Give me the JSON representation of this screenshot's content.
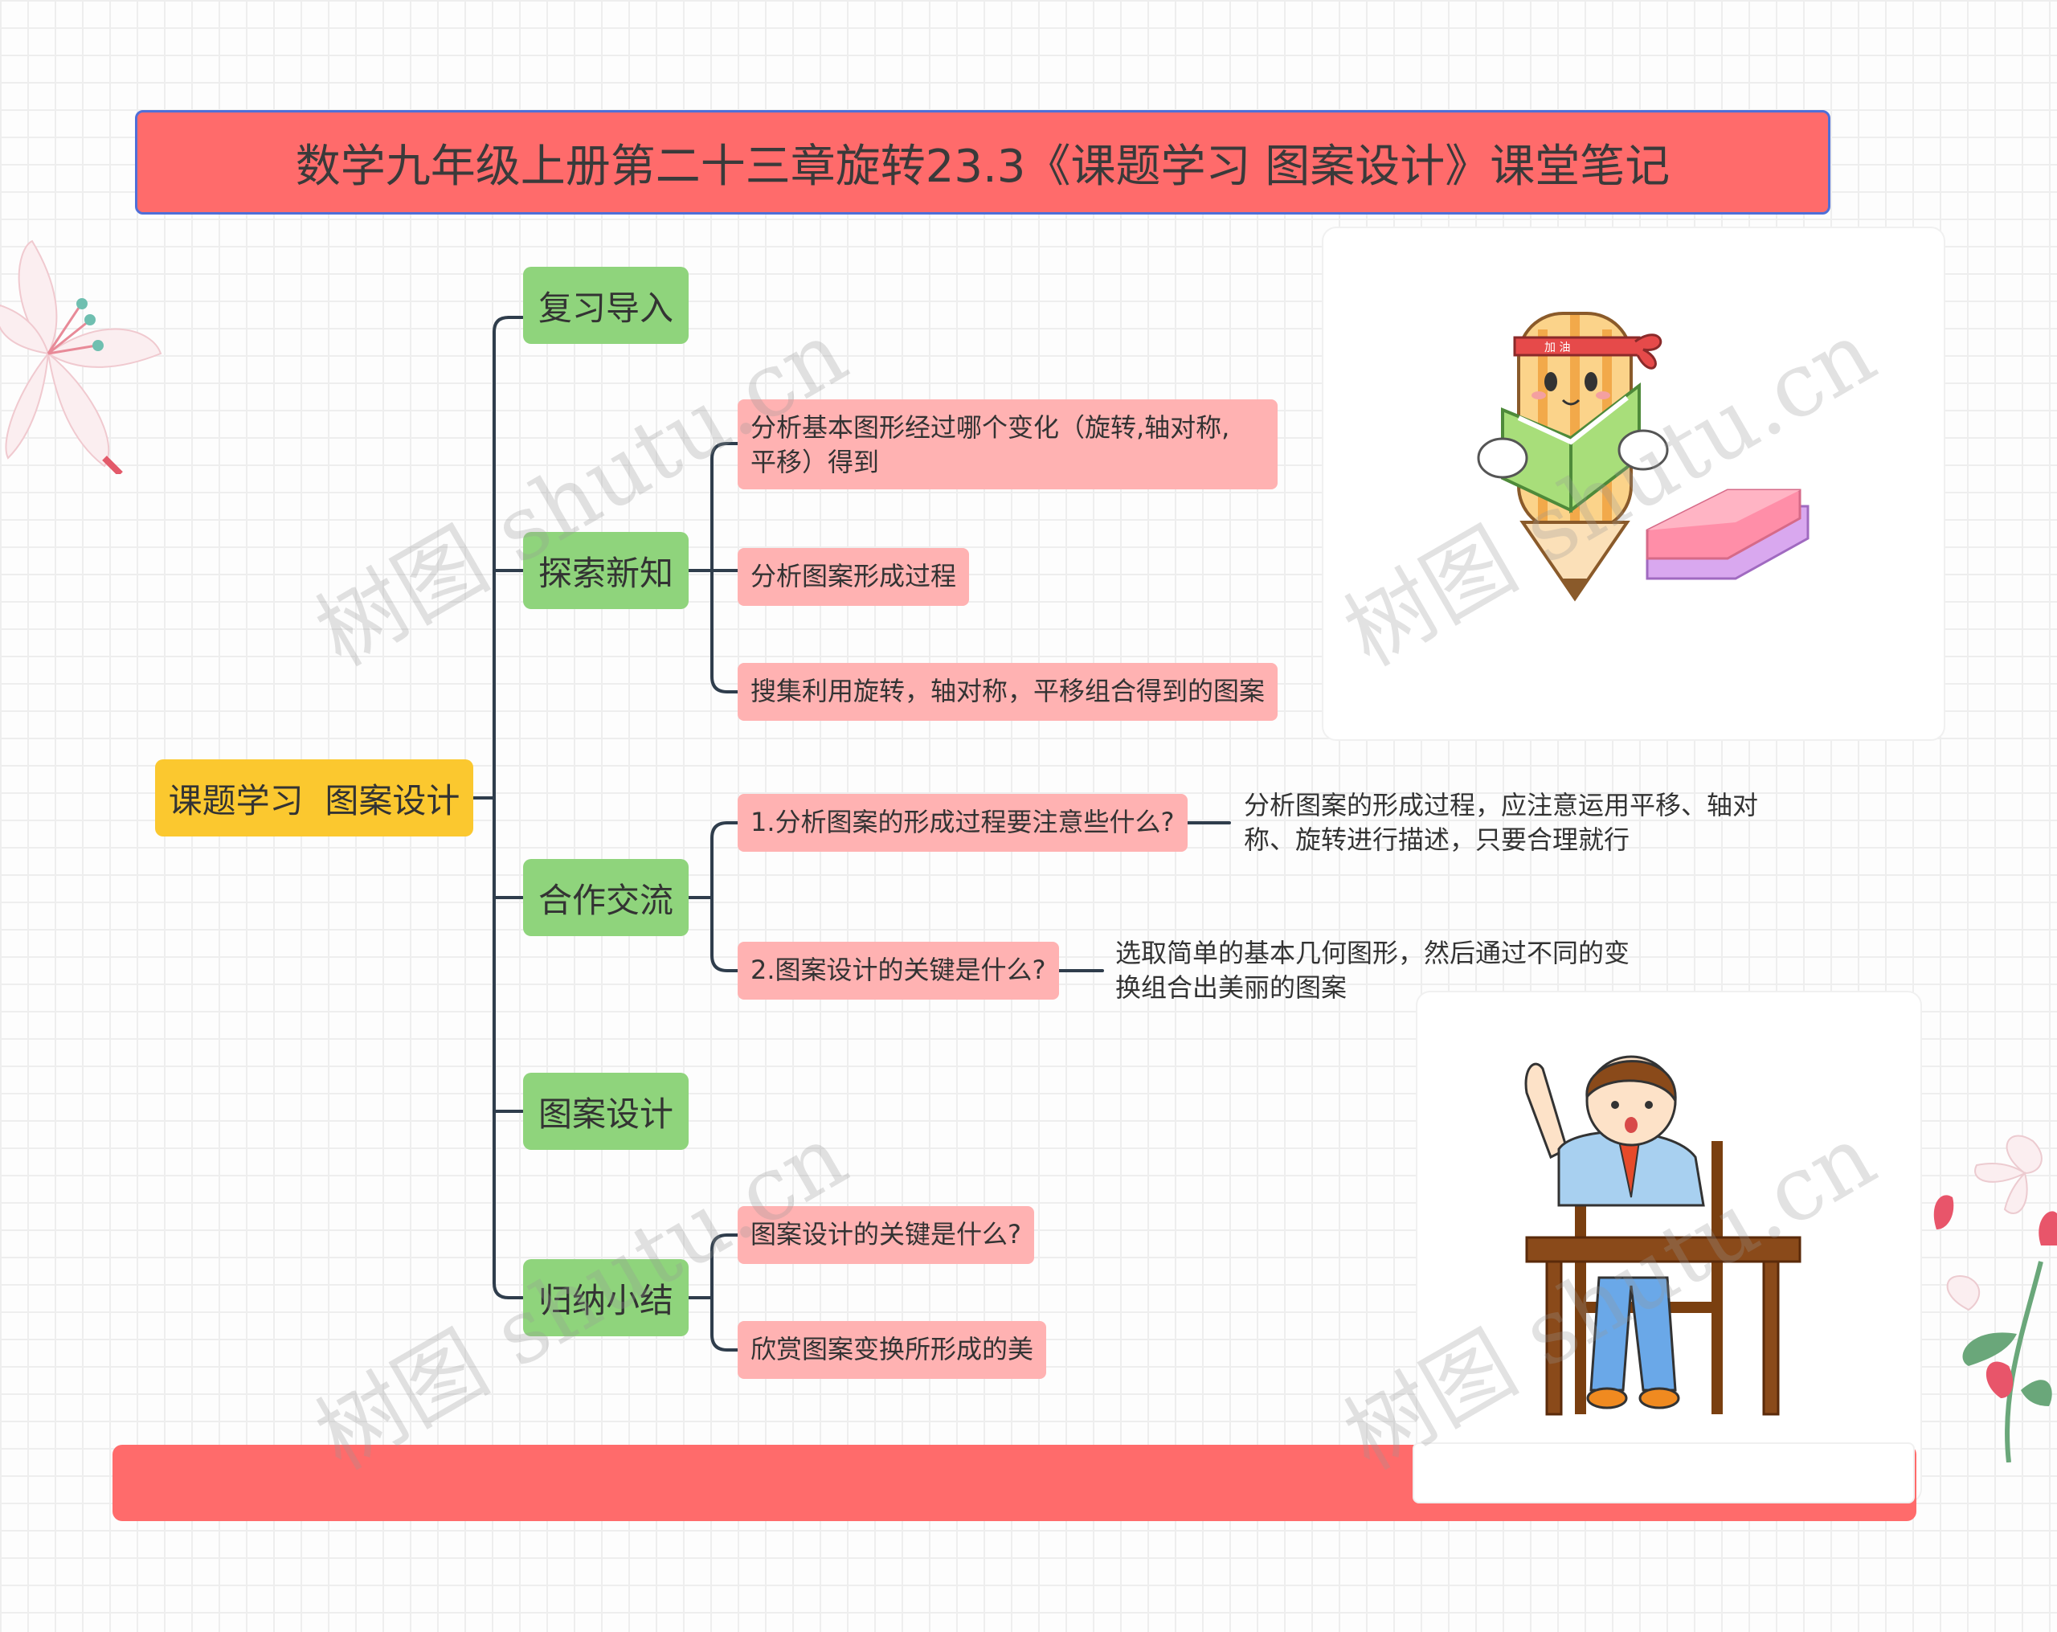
{
  "title": "数学九年级上册第二十三章旋转23.3《课题学习  图案设计》课堂笔记",
  "root": "课题学习  图案设计",
  "branches": [
    {
      "label": "复习导入"
    },
    {
      "label": "探索新知",
      "children": [
        "分析基本图形经过哪个变化（旋转,轴对称,\n平移）得到",
        "分析图案形成过程",
        "搜集利用旋转，轴对称，平移组合得到的图案"
      ]
    },
    {
      "label": "合作交流",
      "children": [
        "1.分析图案的形成过程要注意些什么?",
        "2.图案设计的关键是什么?"
      ],
      "answers": [
        "分析图案的形成过程，应注意运用平移、轴对\n称、旋转进行描述，只要合理就行",
        "选取简单的基本几何图形，然后通过不同的变\n换组合出美丽的图案"
      ]
    },
    {
      "label": "图案设计"
    },
    {
      "label": "归纳小结",
      "children": [
        "图案设计的关键是什么?",
        "欣赏图案变换所形成的美"
      ]
    }
  ],
  "pencil_headband_text": "加 油",
  "watermark": "树图 shutu.cn",
  "colors": {
    "title_bg": "#ff6b6b",
    "root_bg": "#fbc82f",
    "branch_bg": "#8fd47c",
    "leaf_bg": "#ffb2b2",
    "line": "#2f3d4c"
  }
}
